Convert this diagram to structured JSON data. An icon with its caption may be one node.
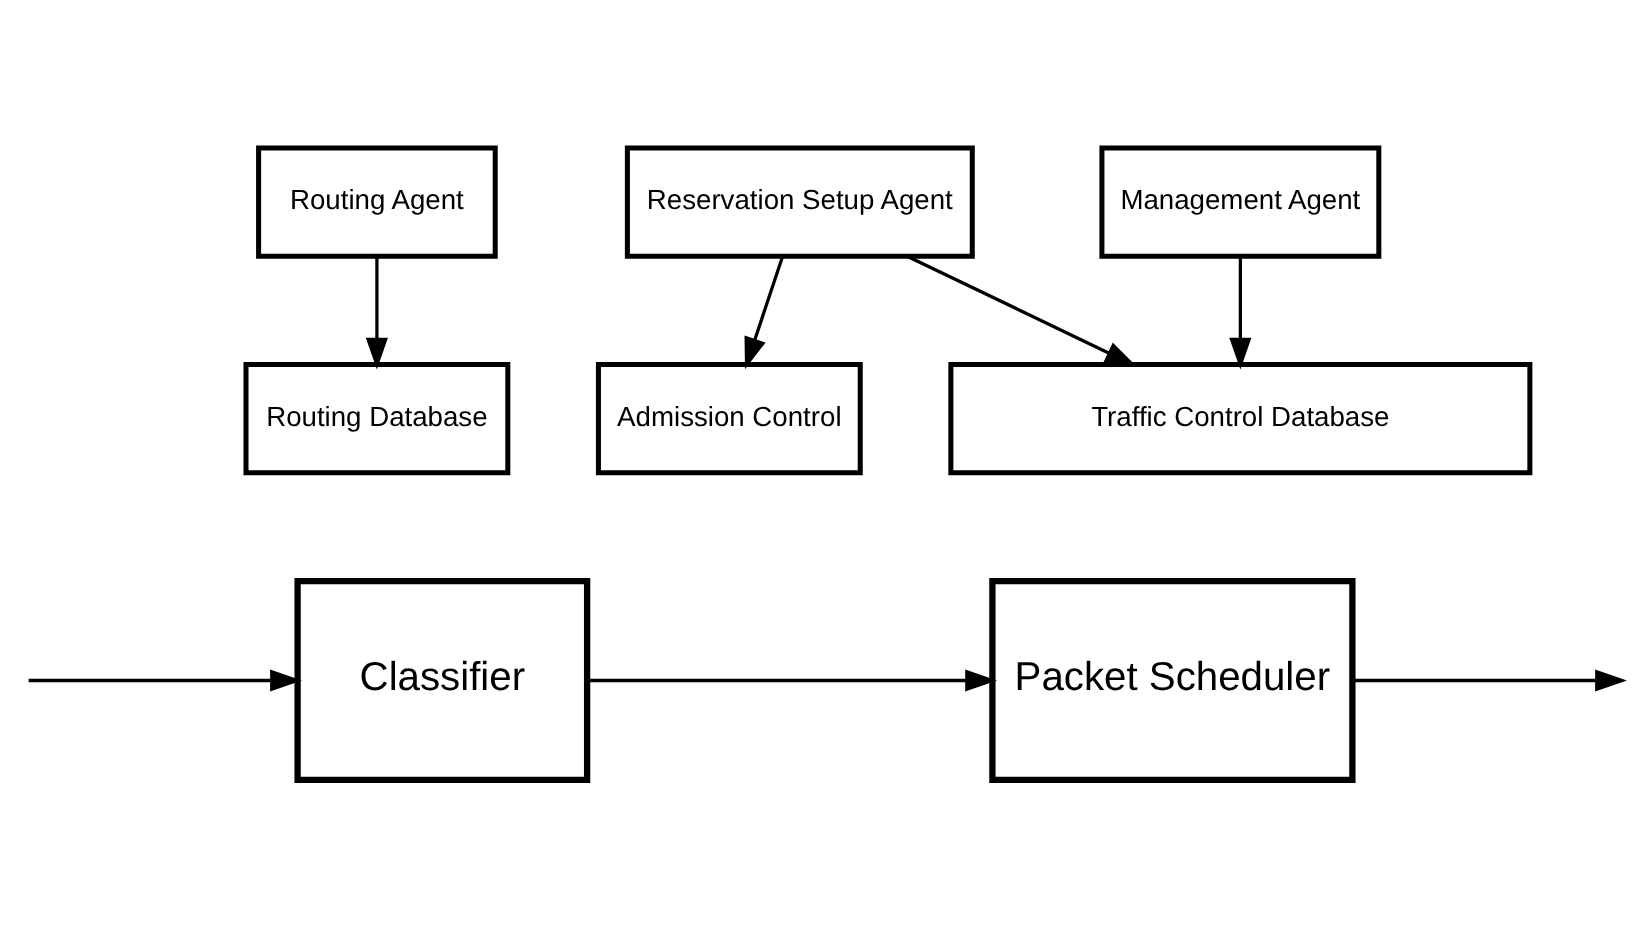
{
  "diagram": {
    "nodes": [
      {
        "text": [
          "Routing Agent"
        ]
      },
      {
        "text": [
          "Routing Database"
        ]
      },
      {
        "text": [
          "Reservation Setup Agent"
        ]
      },
      {
        "text": [
          "Admission Control"
        ]
      },
      {
        "text": [
          "Management Agent"
        ]
      },
      {
        "text": [
          "Traffic Control Database"
        ]
      },
      {
        "text": [
          "Classifier"
        ]
      },
      {
        "text": [
          "Packet Scheduler"
        ]
      }
    ],
    "edges": [
      {
        "from": 0,
        "to": 1,
        "arrow": "to"
      },
      {
        "from": 2,
        "to": 3,
        "arrow": "to"
      },
      {
        "from": 2,
        "to": 5,
        "arrow": "to"
      },
      {
        "from": 4,
        "to": 5,
        "arrow": "to"
      },
      {
        "from": null,
        "to": 6,
        "arrow": "to"
      },
      {
        "from": 6,
        "to": 7,
        "arrow": "to"
      },
      {
        "from": 7,
        "to": null,
        "arrow": "to"
      }
    ]
  }
}
